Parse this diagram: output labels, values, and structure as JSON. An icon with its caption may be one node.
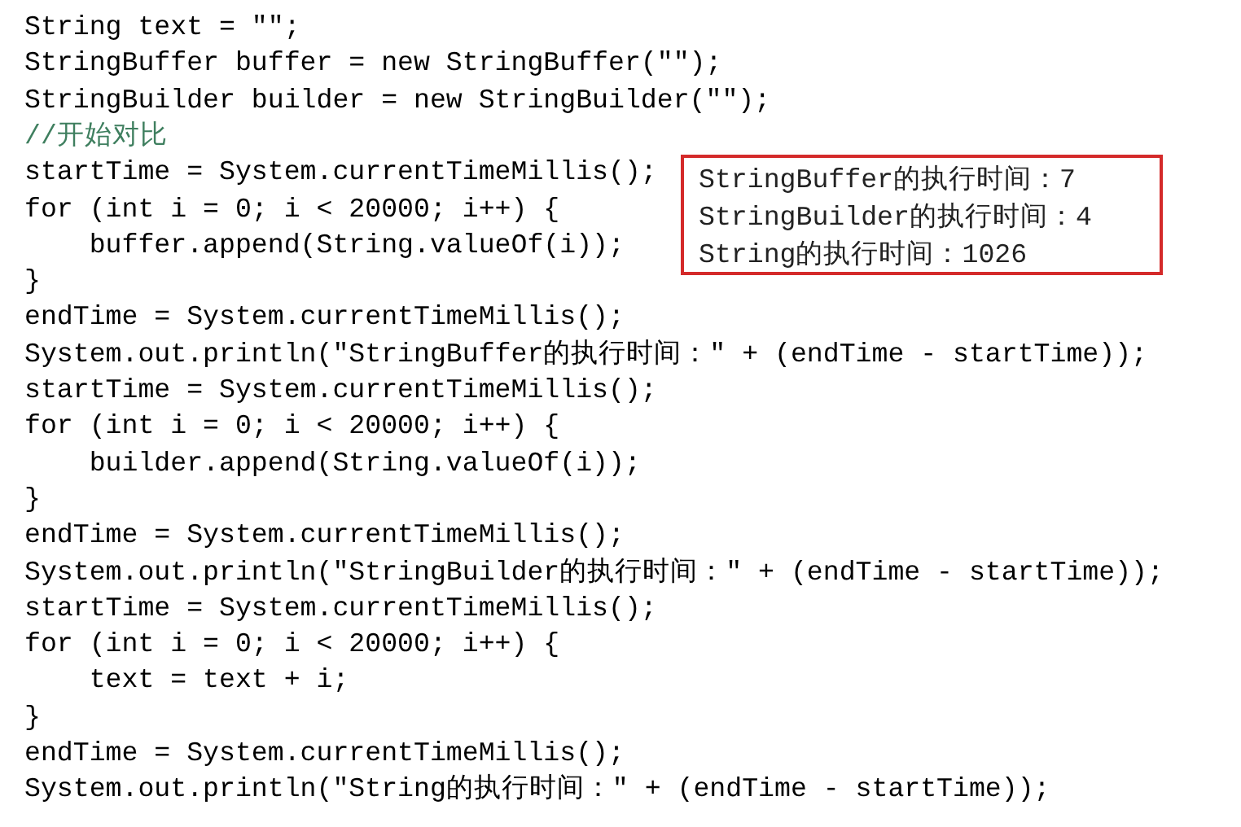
{
  "diagram": {
    "nodes": [
      {
        "text": [
          "StringBuffer的执行时间：7",
          "StringBuilder的执行时间：4",
          "String的执行时间：1026"
        ]
      }
    ],
    "labels": [
      "String text = \"\";",
      "StringBuffer buffer = new StringBuffer(\"\");",
      "StringBuilder builder = new StringBuilder(\"\");",
      "//开始对比",
      "startTime = System.currentTimeMillis();",
      "for (int i = 0; i < 20000; i++) {",
      "    buffer.append(String.valueOf(i));",
      "}",
      "endTime = System.currentTimeMillis();",
      "System.out.println(\"StringBuffer的执行时间：\" + (endTime - startTime));",
      "startTime = System.currentTimeMillis();",
      "for (int i = 0; i < 20000; i++) {",
      "    builder.append(String.valueOf(i));",
      "}",
      "endTime = System.currentTimeMillis();",
      "System.out.println(\"StringBuilder的执行时间：\" + (endTime - startTime));",
      "startTime = System.currentTimeMillis();",
      "for (int i = 0; i < 20000; i++) {",
      "    text = text + i;",
      "}",
      "endTime = System.currentTimeMillis();",
      "System.out.println(\"String的执行时间：\" + (endTime - startTime));"
    ]
  }
}
